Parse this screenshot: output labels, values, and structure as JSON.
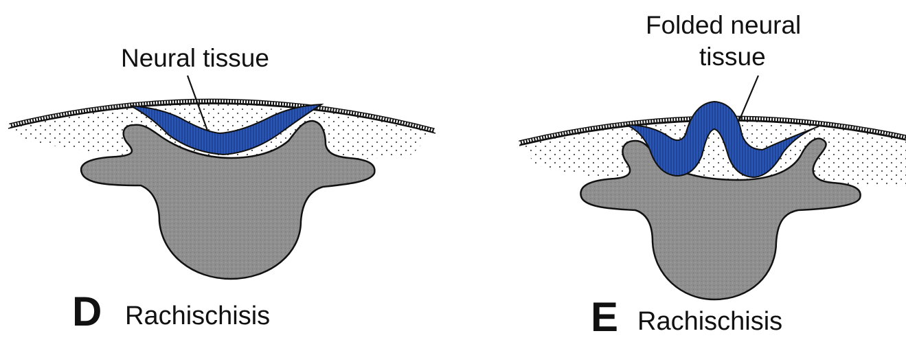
{
  "panels": [
    {
      "letter": "D",
      "caption": "Rachischisis",
      "callout": "Neural tissue"
    },
    {
      "letter": "E",
      "caption": "Rachischisis",
      "callout_line1": "Folded neural",
      "callout_line2": "tissue"
    }
  ],
  "colors": {
    "neural_tissue": "#2a56b6",
    "vertebra": "#8d8d8d",
    "outline": "#111111",
    "background": "#ffffff"
  }
}
